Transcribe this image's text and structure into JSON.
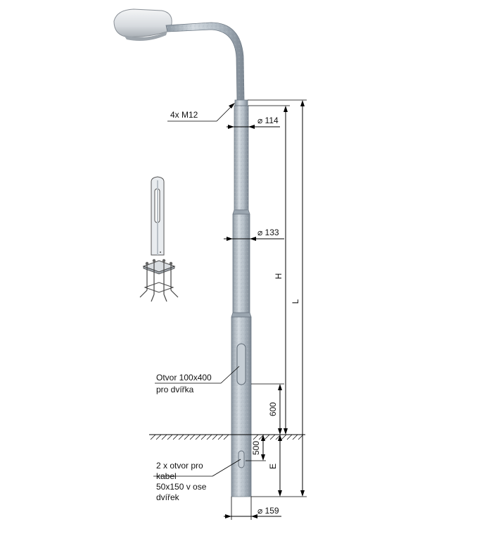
{
  "labels": {
    "bolts": "4x M12",
    "dia_top": "⌀ 114",
    "dia_mid": "⌀ 133",
    "dia_bottom": "⌀ 159",
    "height_h": "H",
    "length_l": "L",
    "dim_600": "600",
    "dim_500": "500",
    "dim_e": "E",
    "door_line1": "Otvor 100x400",
    "door_line2": "pro dvířka",
    "cable_line1": "2 x otvor pro",
    "cable_line2": "kabel",
    "cable_line3": "50x150 v ose",
    "cable_line4": "dvířek"
  },
  "colors": {
    "pole_light": "#cfd6dc",
    "pole_mid": "#a9b4be",
    "pole_dark": "#7f8b96",
    "lamp_light": "#eef0f2",
    "lamp_dark": "#b6bcc2",
    "line": "#000000"
  }
}
